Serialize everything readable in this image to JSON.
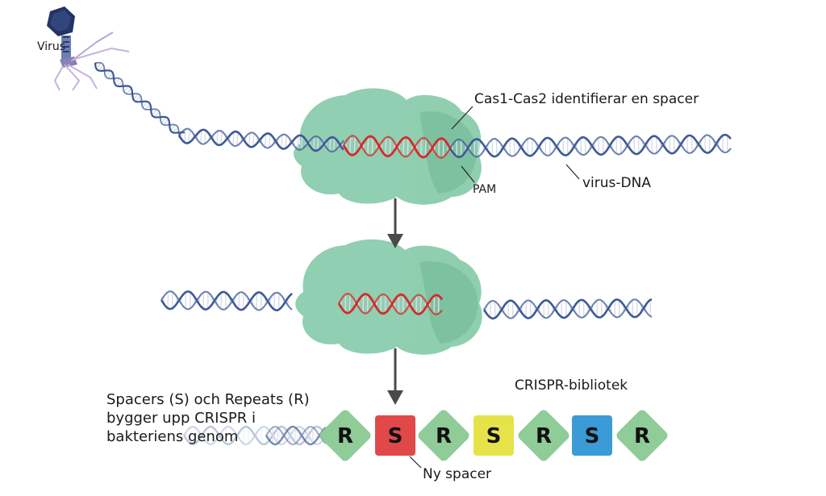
{
  "labels": {
    "virus": "Virus",
    "cas_identify": "Cas1-Cas2 identifierar en spacer",
    "pam": "PAM",
    "virus_dna": "virus-DNA",
    "crispr_library": "CRISPR-bibliotek",
    "spacers_repeats_line1": "Spacers (S) och Repeats (R)",
    "spacers_repeats_line2": "bygger upp CRISPR i",
    "spacers_repeats_line3": "bakteriens genom",
    "new_spacer": "Ny spacer"
  },
  "colors": {
    "dna_blue": "#3d5a96",
    "dna_red": "#d42a2a",
    "protein_green": "#7cc7a3",
    "repeat_green": "#8fcc98",
    "spacer_red": "#e0484a",
    "spacer_yellow": "#e6e24a",
    "spacer_blue": "#3a9bd6",
    "arrow_gray": "#4a4a4a"
  },
  "crispr_array": [
    {
      "letter": "R",
      "kind": "repeat",
      "color": "#8fcc98"
    },
    {
      "letter": "S",
      "kind": "spacer",
      "color": "#e0484a"
    },
    {
      "letter": "R",
      "kind": "repeat",
      "color": "#8fcc98"
    },
    {
      "letter": "S",
      "kind": "spacer",
      "color": "#e6e24a"
    },
    {
      "letter": "R",
      "kind": "repeat",
      "color": "#8fcc98"
    },
    {
      "letter": "S",
      "kind": "spacer",
      "color": "#3a9bd6"
    },
    {
      "letter": "R",
      "kind": "repeat",
      "color": "#8fcc98"
    }
  ]
}
